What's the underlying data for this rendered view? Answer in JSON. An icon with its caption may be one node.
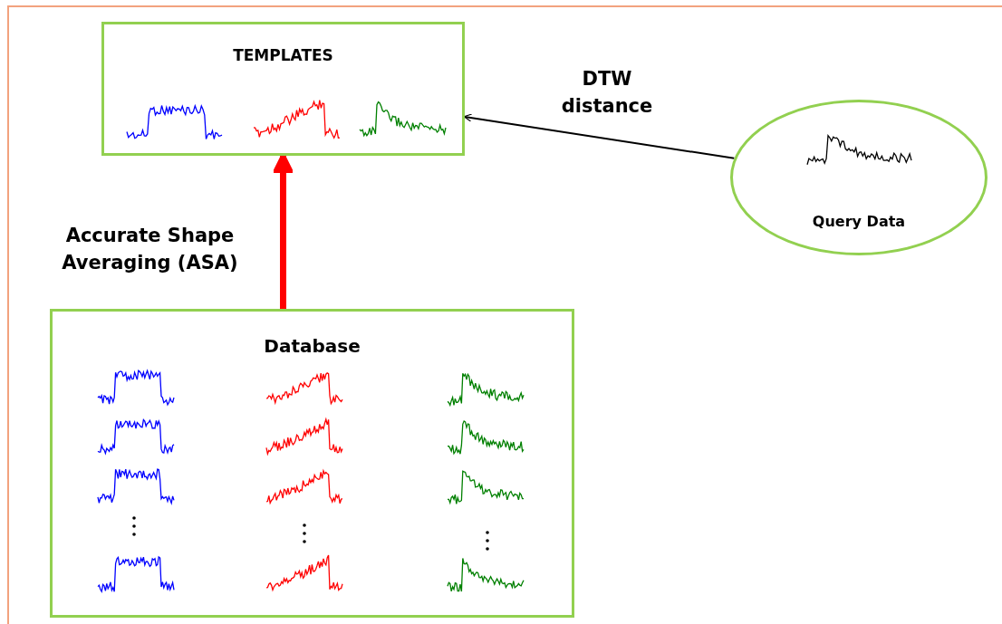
{
  "diagram": {
    "nodes": [
      {
        "text": [
          "TEMPLATES"
        ]
      },
      {
        "text": [
          "Query Data"
        ]
      },
      {
        "text": [
          "Database"
        ]
      }
    ],
    "edges": [
      {
        "from": 1,
        "to": 0,
        "arrow": "to",
        "label": "DTW distance"
      },
      {
        "from": 2,
        "to": 0,
        "arrow": "to",
        "label": "Accurate Shape Averaging (ASA)",
        "style": "thick",
        "color": "#ff0000"
      }
    ]
  }
}
